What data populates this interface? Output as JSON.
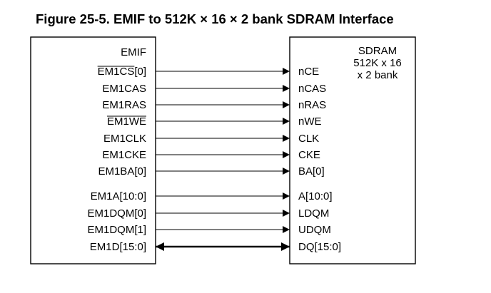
{
  "figure": {
    "caption": "Figure 25-5. EMIF to 512K × 16 × 2 bank SDRAM Interface"
  },
  "emif": {
    "title": "EMIF"
  },
  "sdram": {
    "title_lines": [
      "SDRAM",
      "512K x 16",
      "x 2 bank"
    ]
  },
  "signals": [
    {
      "emif": "EM1CS[0]",
      "emif_overline": "EM1CS",
      "sdram": "nCE",
      "direction": "to-sdram"
    },
    {
      "emif": "EM1CAS",
      "sdram": "nCAS",
      "direction": "to-sdram"
    },
    {
      "emif": "EM1RAS",
      "sdram": "nRAS",
      "direction": "to-sdram"
    },
    {
      "emif": "EM1WE",
      "emif_overline": "EM1WE",
      "sdram": "nWE",
      "direction": "to-sdram"
    },
    {
      "emif": "EM1CLK",
      "sdram": "CLK",
      "direction": "to-sdram"
    },
    {
      "emif": "EM1CKE",
      "sdram": "CKE",
      "direction": "to-sdram"
    },
    {
      "emif": "EM1BA[0]",
      "sdram": "BA[0]",
      "direction": "to-sdram"
    },
    {
      "emif": "EM1A[10:0]",
      "sdram": "A[10:0]",
      "direction": "to-sdram"
    },
    {
      "emif": "EM1DQM[0]",
      "sdram": "LDQM",
      "direction": "to-sdram"
    },
    {
      "emif": "EM1DQM[1]",
      "sdram": "UDQM",
      "direction": "to-sdram"
    },
    {
      "emif": "EM1D[15:0]",
      "sdram": "DQ[15:0]",
      "direction": "bidirectional"
    }
  ]
}
